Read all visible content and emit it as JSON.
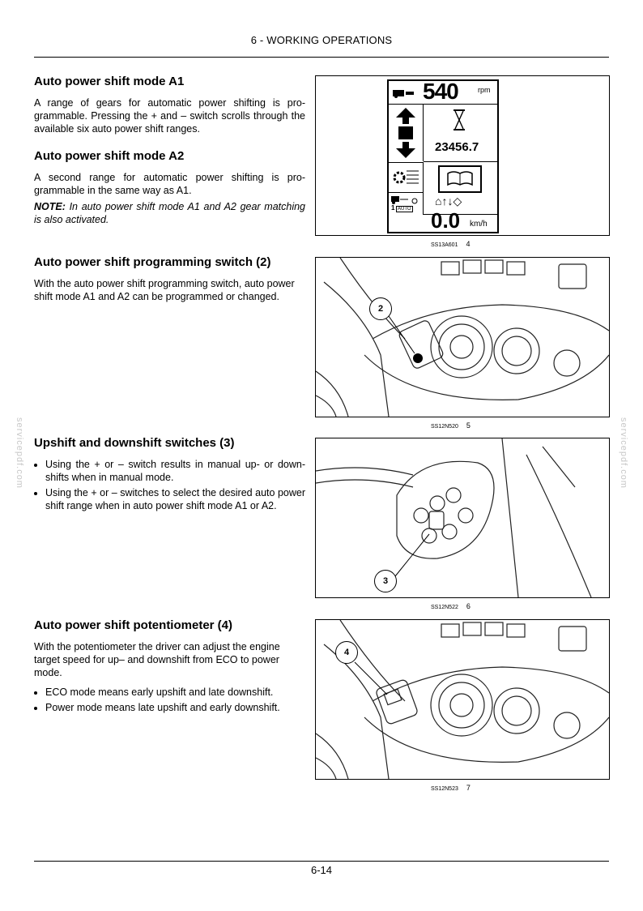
{
  "header": {
    "title": "6 - WORKING OPERATIONS"
  },
  "sections": [
    {
      "title": "Auto power shift mode A1",
      "body": "A range of gears for automatic power shifting is pro-grammable. Pressing the + and – switch scrolls through the available six auto power shift ranges."
    },
    {
      "title": "Auto power shift mode A2",
      "body": "A second range for automatic power shifting is pro-grammable in the same way as A1.",
      "note_label": "NOTE:",
      "note_text": " In auto power shift mode A1 and A2 gear matching is also activated."
    },
    {
      "title": "Auto power shift programming switch (2)",
      "body": "With the auto power shift programming switch, auto power shift mode A1 and A2 can be programmed or changed."
    },
    {
      "title": "Upshift and downshift switches (3)",
      "bullets": [
        "Using the + or – switch results in manual up- or down-shifts when in manual mode.",
        "Using the + or – switches to select the desired auto power shift range when in auto power shift mode A1 or A2."
      ]
    },
    {
      "title": "Auto power shift potentiometer (4)",
      "body": "With the potentiometer the driver can adjust the engine target speed for up– and downshift from ECO to power mode.",
      "bullets": [
        "ECO mode means early upshift and late downshift.",
        "Power mode means late upshift and early downshift."
      ]
    }
  ],
  "figures": [
    {
      "code": "SS13A601",
      "number": "4",
      "display": {
        "rpm_value": "540",
        "rpm_unit": "rpm",
        "hours": "23456.7",
        "speed": "0.0",
        "speed_unit": "km/h",
        "auto_label": "AUTO",
        "auto_num": "1"
      }
    },
    {
      "code": "SS12N520",
      "number": "5",
      "callout": "2"
    },
    {
      "code": "SS12N522",
      "number": "6",
      "callout": "3"
    },
    {
      "code": "SS12N523",
      "number": "7",
      "callout": "4"
    }
  ],
  "watermark": "servicepdf.com",
  "footer": {
    "page": "6-14"
  }
}
